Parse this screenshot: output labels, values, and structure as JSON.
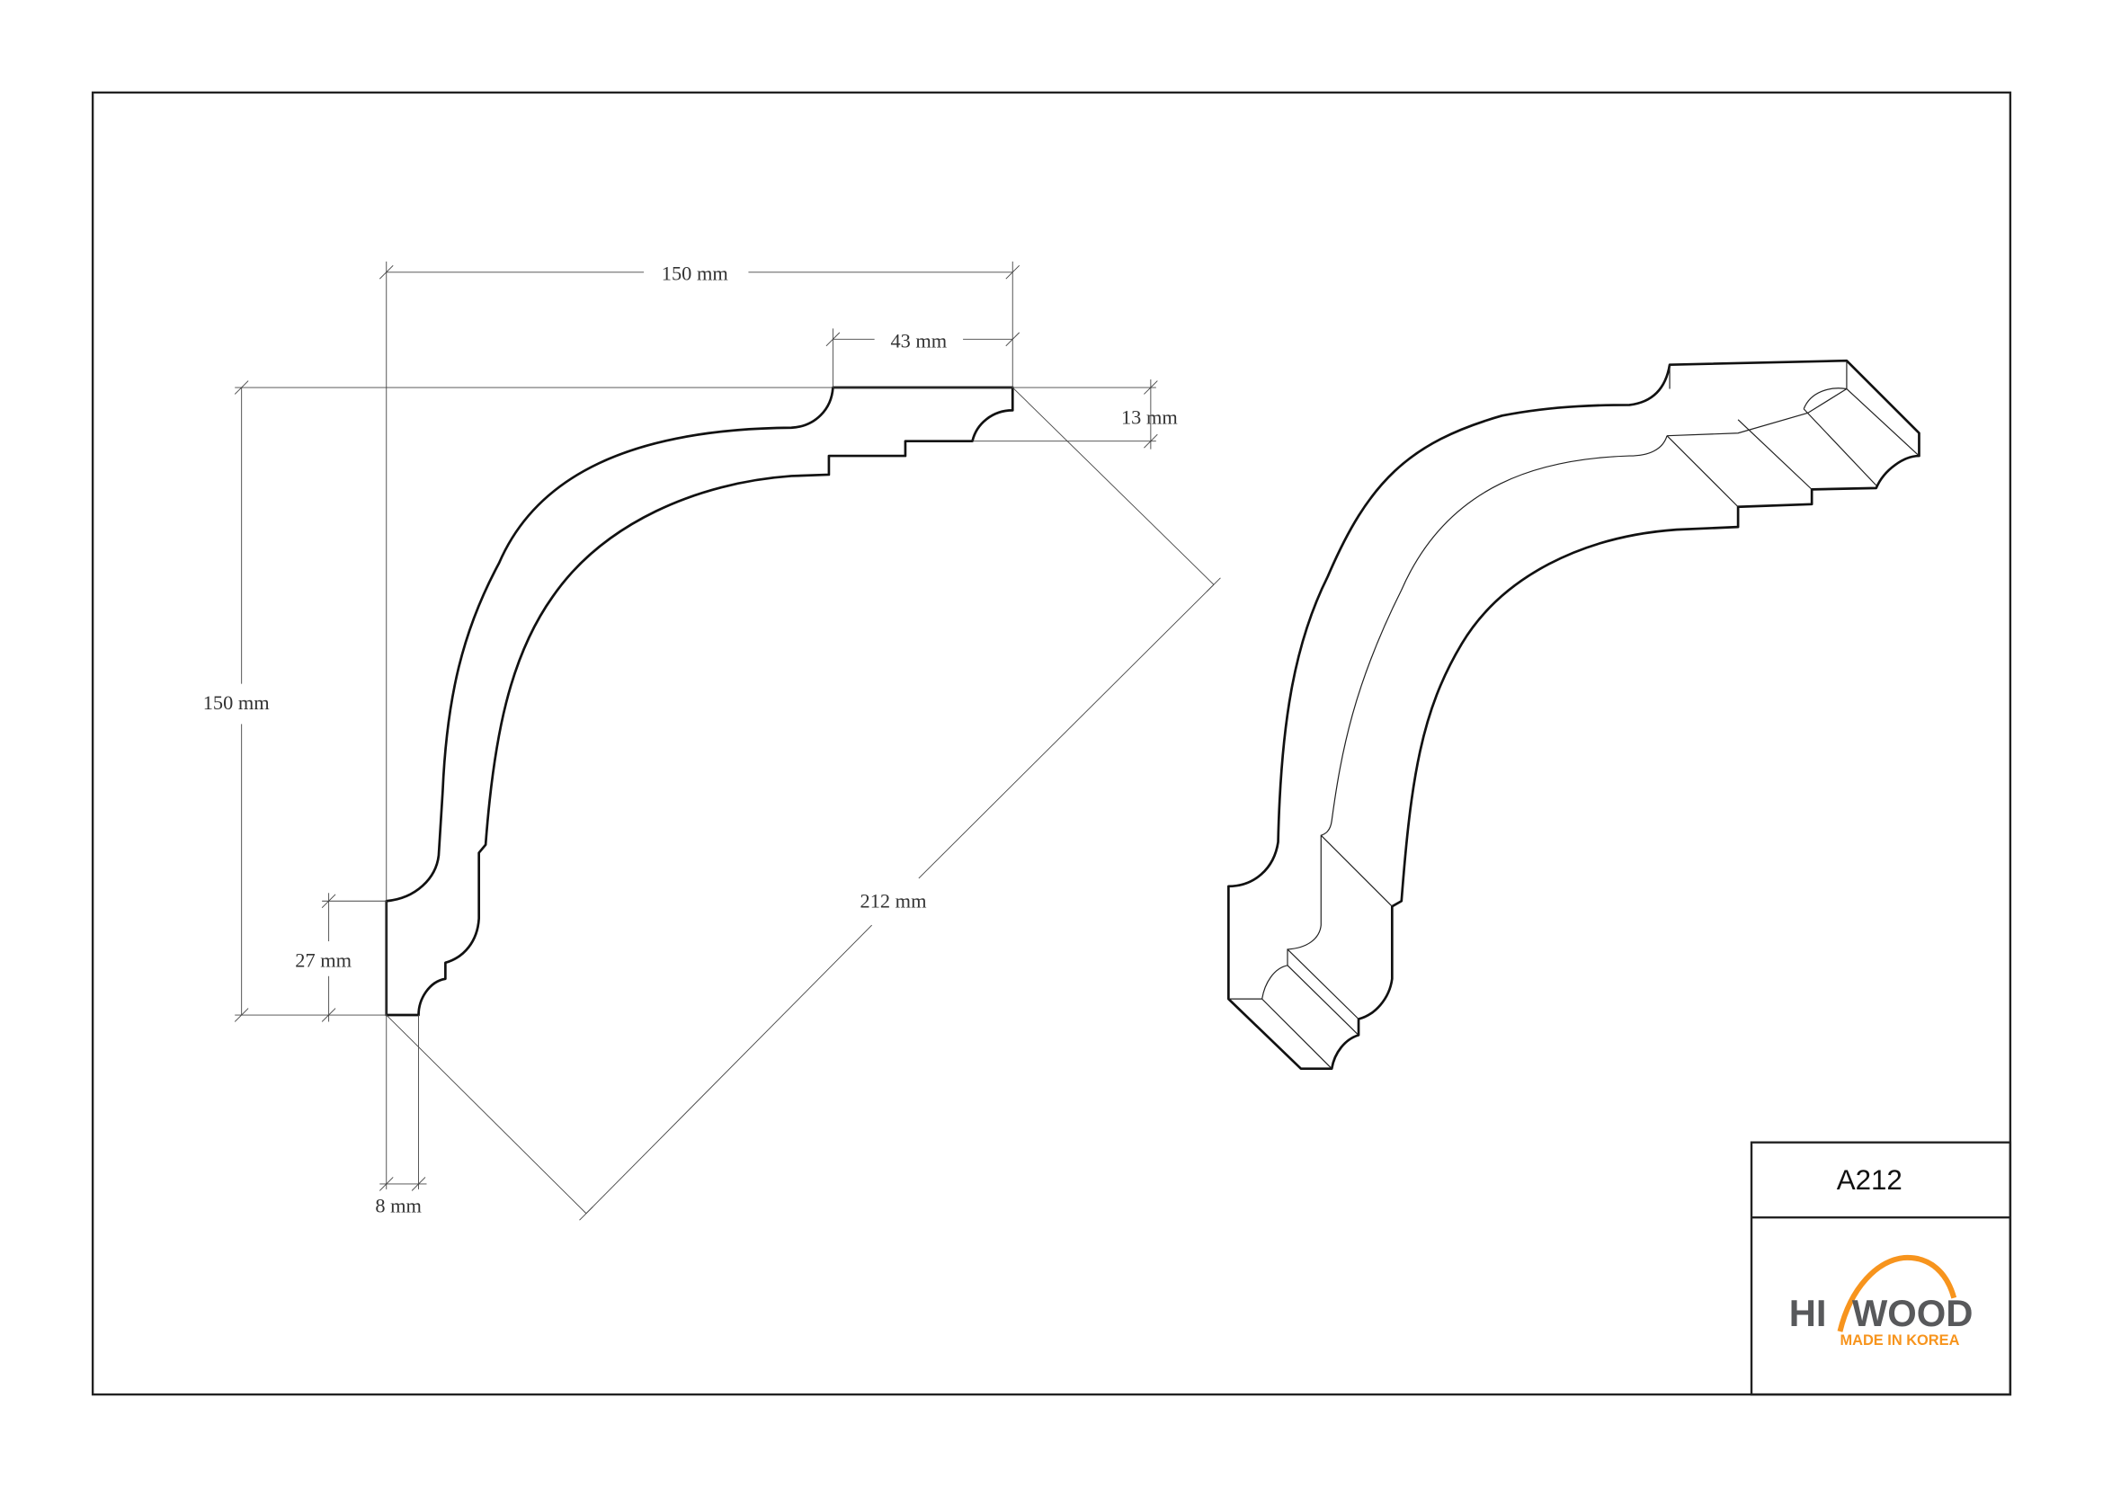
{
  "drawing": {
    "dimensions": {
      "top_width": "150 mm",
      "top_flat": "43 mm",
      "top_step": "13 mm",
      "height": "150 mm",
      "bottom_flat": "27 mm",
      "bottom_step": "8 mm",
      "diagonal": "212 mm"
    }
  },
  "title_block": {
    "product_code": "A212",
    "logo": {
      "brand_left": "HI",
      "brand_right": "WOOD",
      "tagline": "MADE IN KOREA"
    }
  },
  "colors": {
    "logo_gray": "#58595b",
    "logo_orange": "#f7941d"
  }
}
